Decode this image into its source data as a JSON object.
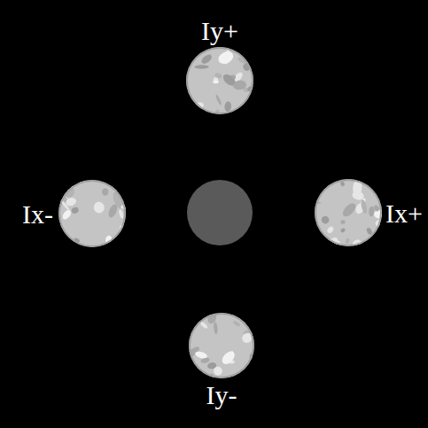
{
  "diagram": {
    "nodes": [
      {
        "text": [
          "Iy+"
        ]
      },
      {
        "text": [
          "Ix-"
        ]
      },
      {
        "text": [
          "Ix+"
        ]
      },
      {
        "text": [
          "Iy-"
        ]
      }
    ]
  }
}
